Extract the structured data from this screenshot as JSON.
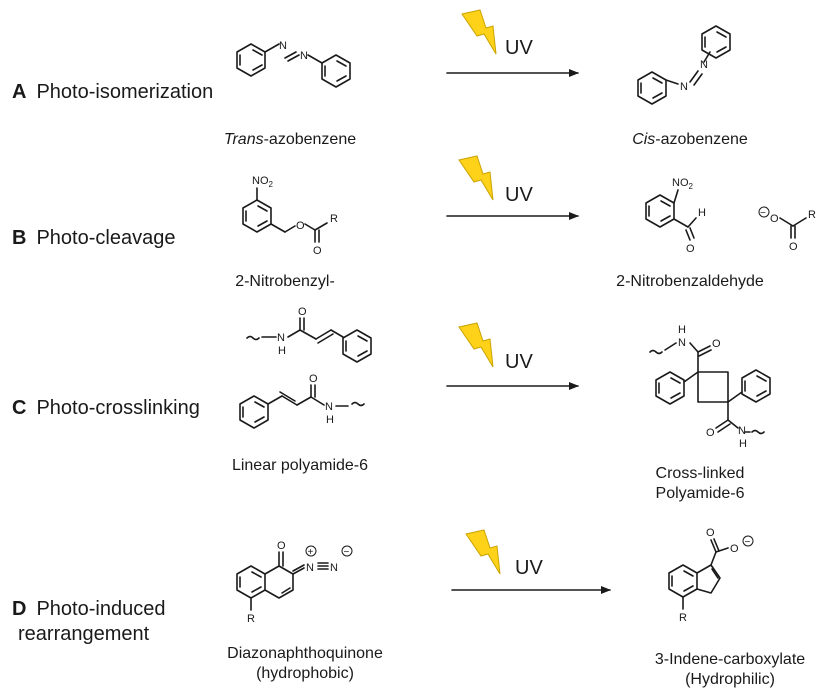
{
  "rows": [
    {
      "letter": "A",
      "title": "Photo-isomerization",
      "uv_label": "UV",
      "reactant_caption_italic": "Trans",
      "reactant_caption_rest": "-azobenzene",
      "product_caption_italic": "Cis",
      "product_caption_rest": "-azobenzene"
    },
    {
      "letter": "B",
      "title": "Photo-cleavage",
      "uv_label": "UV",
      "reactant_caption": "2-Nitrobenzyl-",
      "product_caption": "2-Nitrobenzaldehyde"
    },
    {
      "letter": "C",
      "title": "Photo-crosslinking",
      "uv_label": "UV",
      "reactant_caption": "Linear polyamide-6",
      "product_caption_line1": "Cross-linked",
      "product_caption_line2": "Polyamide-6"
    },
    {
      "letter": "D",
      "title_line1": "Photo-induced",
      "title_line2": "rearrangement",
      "uv_label": "UV",
      "reactant_caption_line1": "Diazonaphthoquinone",
      "reactant_caption_line2": "(hydrophobic)",
      "product_caption_line1": "3-Indene-carboxylate",
      "product_caption_line2": "(Hydrophilic)"
    }
  ],
  "atoms": {
    "N": "N",
    "O": "O",
    "H": "H",
    "R": "R",
    "NO2": "NO",
    "NO2_sub": "2",
    "plus": "+",
    "minus": "−"
  },
  "colors": {
    "lightning_fill": "#ffd21a",
    "lightning_edge": "#c9a300",
    "ink": "#1a1a1a"
  }
}
